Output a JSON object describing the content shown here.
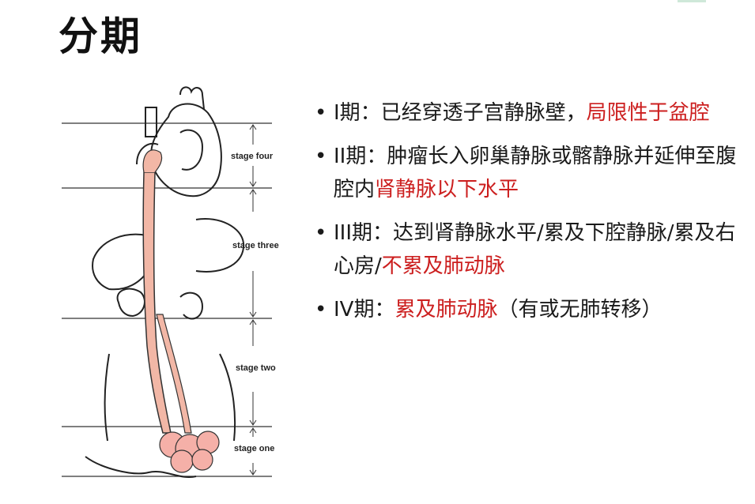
{
  "title": "分期",
  "figure": {
    "stage_labels": [
      "stage four",
      "stage three",
      "stage two",
      "stage one"
    ]
  },
  "items": [
    {
      "prefix": "I期：已经穿透子宫静脉壁，",
      "highlight": "局限性于盆腔",
      "suffix": ""
    },
    {
      "prefix": "II期：肿瘤长入卵巢静脉或髂静脉并延伸至腹腔内",
      "highlight": "肾静脉以下水平",
      "suffix": ""
    },
    {
      "prefix": "III期：达到肾静脉水平/累及下腔静脉/累及右心房/",
      "highlight": "不累及肺动脉",
      "suffix": ""
    },
    {
      "prefix": "IV期：",
      "highlight": "累及肺动脉",
      "suffix": "（有或无肺转移）"
    }
  ],
  "colors": {
    "highlight": "#cc1f1f",
    "vessel_fill": "#f2b7a6",
    "tumor_fill": "#f5b0a8"
  }
}
